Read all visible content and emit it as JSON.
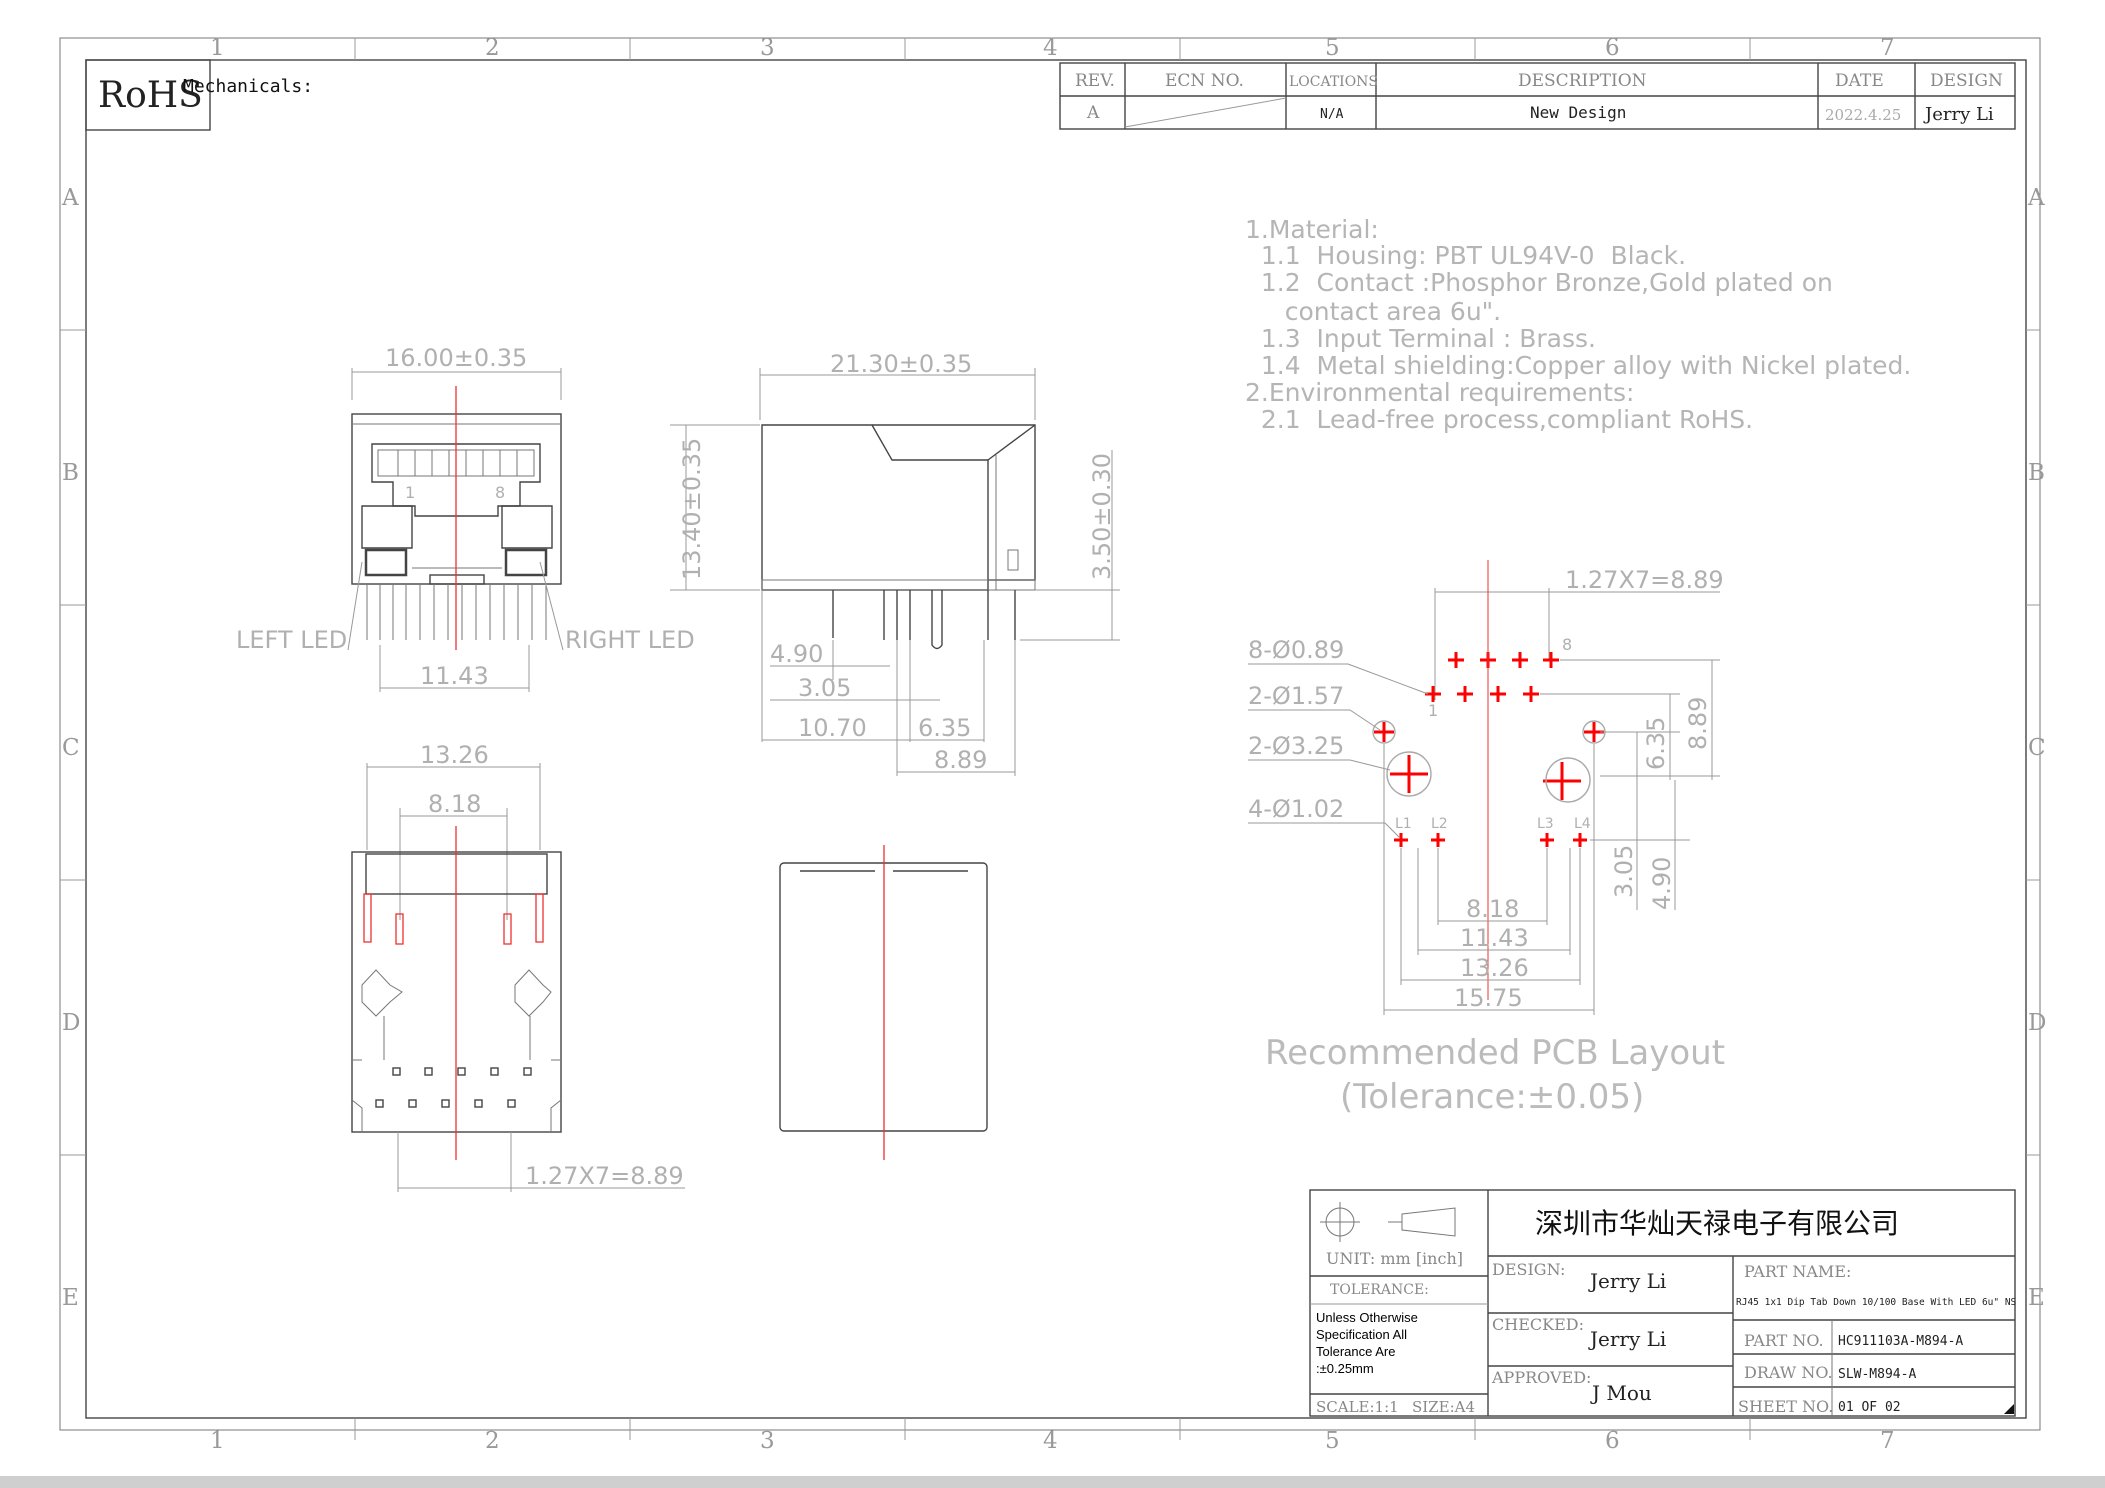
{
  "rohs_label": "RoHS",
  "section_title": "Mechanicals:",
  "grid": {
    "columns": [
      "1",
      "2",
      "3",
      "4",
      "5",
      "6",
      "7"
    ],
    "rows": [
      "A",
      "B",
      "C",
      "D",
      "E"
    ]
  },
  "revision_table": {
    "headers": {
      "rev": "REV.",
      "ecn": "ECN NO.",
      "locations": "LOCATIONS",
      "description": "DESCRIPTION",
      "date": "DATE",
      "design": "DESIGN"
    },
    "row": {
      "rev": "A",
      "ecn": "",
      "locations": "N/A",
      "description": "New Design",
      "date": "2022.4.25",
      "design": "Jerry Li"
    }
  },
  "notes": [
    "1.Material:",
    "  1.1  Housing: PBT UL94V-0  Black.",
    "  1.2  Contact :Phosphor Bronze,Gold plated on",
    "     contact area 6u\".",
    "  1.3  Input Terminal : Brass.",
    "  1.4  Metal shielding:Copper alloy with Nickel plated.",
    "2.Environmental requirements:",
    "  2.1  Lead-free process,compliant RoHS."
  ],
  "front_view": {
    "width_dim": "16.00±0.35",
    "pin_span_dim": "11.43",
    "left_led": "LEFT LED",
    "right_led": "RIGHT LED",
    "pin1": "1",
    "pin8": "8"
  },
  "side_view": {
    "length_dim": "21.30±0.35",
    "height_dim": "13.40±0.35",
    "pin_len_dim": "3.50±0.30",
    "d1": "4.90",
    "d2": "3.05",
    "d3": "10.70",
    "d4": "6.35",
    "d5": "8.89"
  },
  "bottom_view": {
    "outer_dim": "13.26",
    "inner_dim": "8.18",
    "pitch_dim": "1.27X7=8.89"
  },
  "pcb_layout": {
    "pitch_dim": "1.27X7=8.89",
    "hole1": "8-Ø0.89",
    "hole2": "2-Ø1.57",
    "hole3": "2-Ø3.25",
    "hole4": "4-Ø1.02",
    "pin1": "1",
    "pin8": "8",
    "led_labels": [
      "L1",
      "L2",
      "L3",
      "L4"
    ],
    "v1": "6.35",
    "v2": "8.89",
    "v3": "3.05",
    "v4": "4.90",
    "h1": "8.18",
    "h2": "11.43",
    "h3": "13.26",
    "h4": "15.75",
    "caption": "Recommended PCB Layout",
    "tolerance": "(Tolerance:±0.05)"
  },
  "title_block": {
    "company": "深圳市华灿天禄电子有限公司",
    "unit": "UNIT: mm [inch]",
    "tolerance_label": "TOLERANCE:",
    "tolerance_text": [
      "Unless Otherwise",
      "Specification All",
      "Tolerance Are",
      ":±0.25mm"
    ],
    "scale": "SCALE:1:1",
    "size": "SIZE:A4",
    "design_label": "DESIGN:",
    "design_value": "Jerry Li",
    "checked_label": "CHECKED:",
    "checked_value": "Jerry Li",
    "approved_label": "APPROVED:",
    "approved_value": "J Mou",
    "part_name_label": "PART NAME:",
    "part_name_value": "RJ45 1x1 Dip Tab Down  10/100 Base With LED 6u\" NS",
    "part_no_label": "PART NO.",
    "part_no_value": "HC911103A-M894-A",
    "draw_no_label": "DRAW NO.",
    "draw_no_value": "SLW-M894-A",
    "sheet_label": "SHEET NO.",
    "sheet_value": "01 OF 02"
  }
}
